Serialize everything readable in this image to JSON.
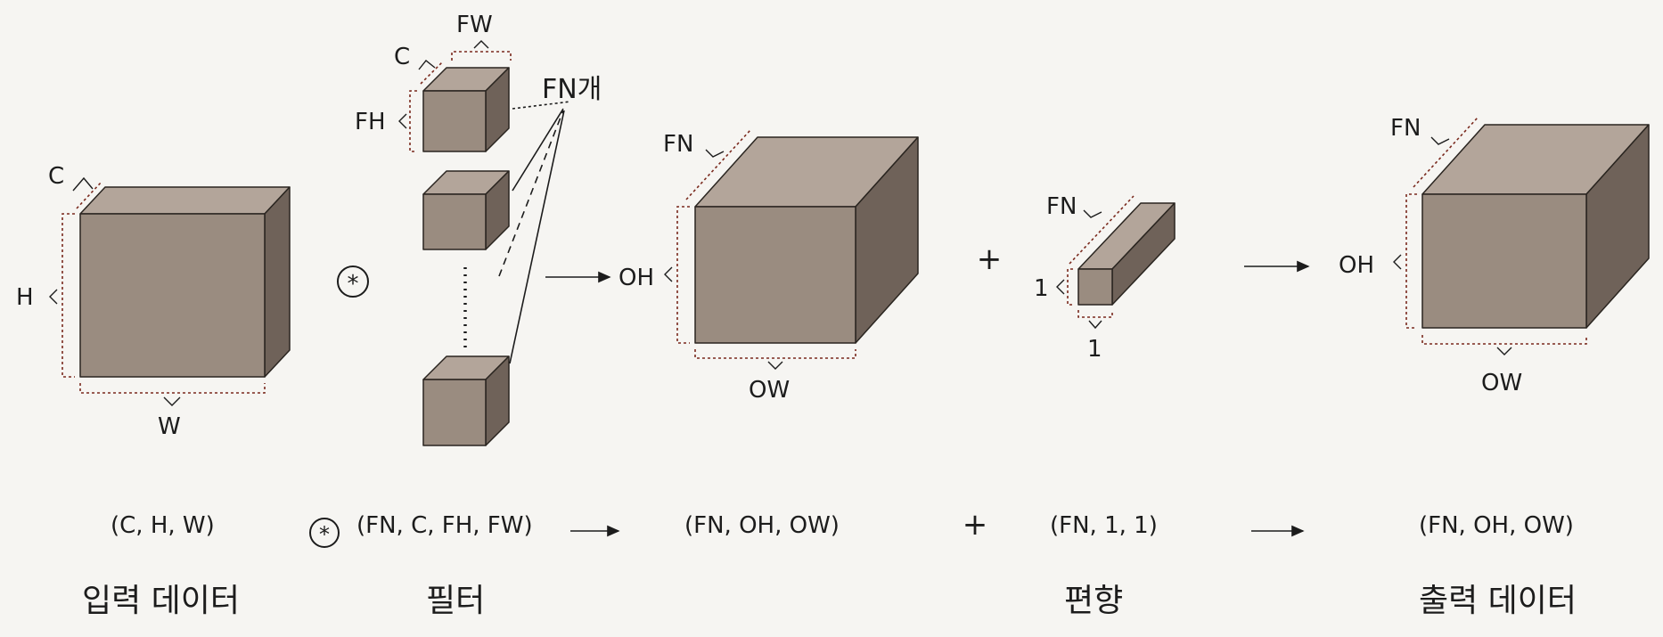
{
  "colors": {
    "cube_front": "#9a8c80",
    "cube_top": "#b3a59a",
    "cube_side": "#6f6259",
    "outline": "#2a2520"
  },
  "input": {
    "dims": {
      "c": "C",
      "h": "H",
      "w": "W"
    },
    "shape": "(C, H, W)",
    "caption": "입력 데이터"
  },
  "filter": {
    "dims": {
      "fw": "FW",
      "c": "C",
      "fh": "FH"
    },
    "count_label": "FN개",
    "shape": "(FN, C, FH, FW)",
    "caption": "필터"
  },
  "conv_result": {
    "dims": {
      "fn": "FN",
      "oh": "OH",
      "ow": "OW"
    },
    "shape": "(FN, OH, OW)"
  },
  "bias": {
    "dims": {
      "fn": "FN",
      "h": "1",
      "w": "1"
    },
    "shape": "(FN, 1, 1)",
    "caption": "편향"
  },
  "output": {
    "dims": {
      "fn": "FN",
      "oh": "OH",
      "ow": "OW"
    },
    "shape": "(FN, OH, OW)",
    "caption": "출력 데이터"
  },
  "operators": {
    "conv": "⊛",
    "plus": "+"
  }
}
